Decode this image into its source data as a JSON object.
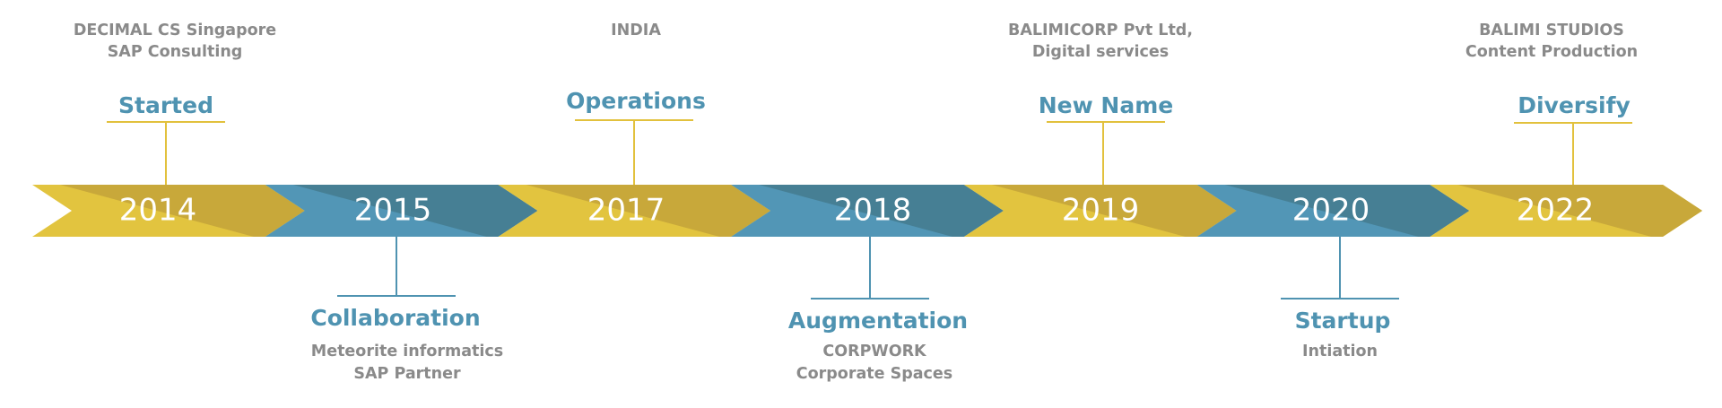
{
  "colors": {
    "yellow_light": "#e2c43f",
    "yellow_dark": "#c8a83a",
    "blue_light": "#5296b6",
    "blue_dark": "#467f94",
    "title": "#4f93b1",
    "caption": "#8a8a8a",
    "year_text": "#ffffff"
  },
  "segments": [
    {
      "year": "2014",
      "color": "yellow"
    },
    {
      "year": "2015",
      "color": "blue"
    },
    {
      "year": "2017",
      "color": "yellow"
    },
    {
      "year": "2018",
      "color": "blue"
    },
    {
      "year": "2019",
      "color": "yellow"
    },
    {
      "year": "2020",
      "color": "blue"
    },
    {
      "year": "2022",
      "color": "yellow"
    }
  ],
  "milestones": {
    "started": {
      "title": "Started",
      "caption_line1": "DECIMAL CS  Singapore",
      "caption_line2": "SAP Consulting"
    },
    "collaboration": {
      "title": "Collaboration",
      "caption_line1": "Meteorite informatics",
      "caption_line2": "SAP Partner"
    },
    "operations": {
      "title": "Operations",
      "caption_line1": "INDIA"
    },
    "augmentation": {
      "title": "Augmentation",
      "caption_line1": "CORPWORK",
      "caption_line2": "Corporate Spaces"
    },
    "new_name": {
      "title": "New Name",
      "caption_line1": "BALIMICORP Pvt Ltd,",
      "caption_line2": "Digital services"
    },
    "startup": {
      "title": "Startup",
      "caption_line1": "Intiation"
    },
    "diversify": {
      "title": "Diversify",
      "caption_line1": "BALIMI STUDIOS",
      "caption_line2": "Content Production"
    }
  }
}
